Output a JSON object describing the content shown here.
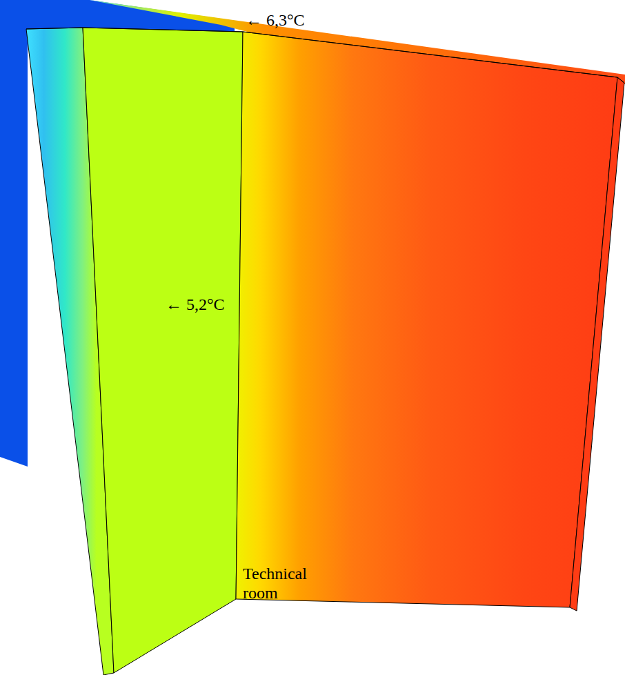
{
  "diagram": {
    "labels": [
      "← 6,3°C",
      "← 5,2°C",
      "Technical room"
    ]
  }
}
